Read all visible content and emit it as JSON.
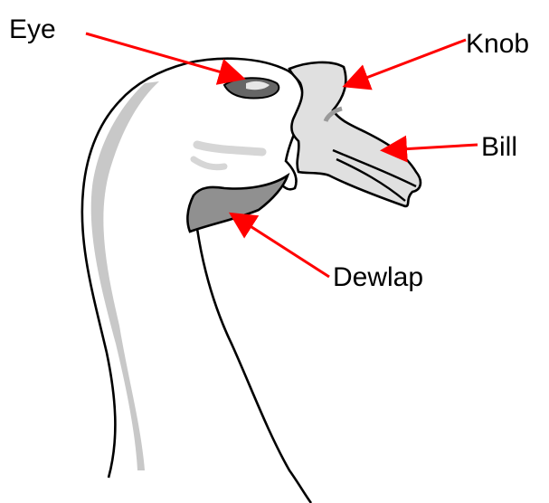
{
  "diagram": {
    "labels": {
      "eye": "Eye",
      "knob": "Knob",
      "bill": "Bill",
      "dewlap": "Dewlap"
    },
    "colors": {
      "background": "#ffffff",
      "outline": "#000000",
      "arrow": "#ff0000",
      "shadow": "#c8c8c8",
      "head_fill": "#e0e0e0",
      "dewlap_fill": "#909090",
      "eye_fill": "#666666"
    }
  }
}
